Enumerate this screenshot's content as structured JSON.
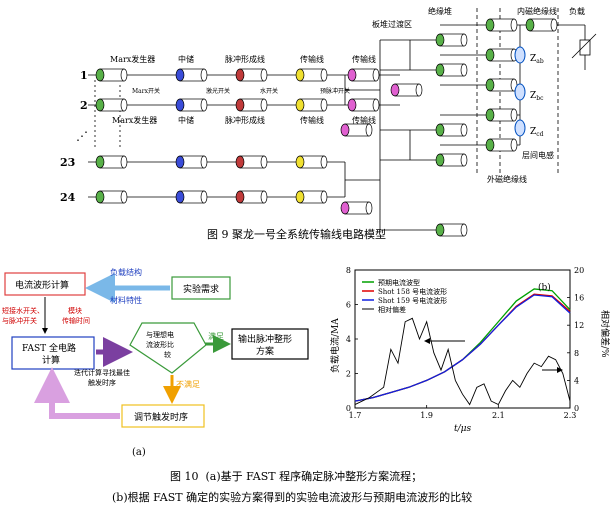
{
  "fig9": {
    "caption": "图 9   聚龙一号全系统传输线电路模型",
    "rows": [
      "1",
      "2",
      "23",
      "24"
    ],
    "top_labels": [
      "Marx发生器",
      "中储",
      "脉冲形成线",
      "传输线",
      "传输线"
    ],
    "sub_labels_row1": [
      "Marx开关",
      "激光开关",
      "水开关",
      "预脉冲开关"
    ],
    "row2_labels": [
      "Marx发生器",
      "中储",
      "脉冲形成线",
      "传输线",
      "传输线"
    ],
    "region_labels": {
      "transition": "板堆过渡区",
      "insulation_stack": "绝缘堆",
      "inner_mitl": "内磁绝缘线",
      "load": "负载",
      "z_ab": "Z",
      "z_ab_sub": "ab",
      "z_bc": "Z",
      "z_bc_sub": "bc",
      "z_cd": "Z",
      "z_cd_sub": "cd",
      "interlayer": "层间电感",
      "outer_mitl": "外磁绝缘线"
    }
  },
  "fig10a": {
    "calc_box": "电流波形计算",
    "exp_box": "实验需求",
    "load_struct": "负载结构",
    "material": "材料特性",
    "left_red": [
      "短接水开关、",
      "与脉冲开关"
    ],
    "mid_red": [
      "模块",
      "传输时间"
    ],
    "fast_box": [
      "FAST 全电路",
      "计算"
    ],
    "compare": [
      "与理想电",
      "流波形比",
      "较"
    ],
    "output_box": [
      "输出脉冲整形",
      "方案"
    ],
    "satisfy": "满足",
    "not_satisfy": "不满足",
    "iterate": [
      "迭代计算寻找最佳",
      "触发时序"
    ],
    "adjust": "调节触发时序",
    "panel": "(a)"
  },
  "fig10b": {
    "panel": "(b)",
    "xlabel": "t/μs",
    "ylabel_left": "负载电流/MA",
    "ylabel_right": "相对偏差/%",
    "legend": [
      "预期电流波型",
      "Shot 158 号电流波形",
      "Shot 159 号电流波形",
      "相对偏差"
    ]
  },
  "chart_data": {
    "type": "line",
    "xlim": [
      1.7,
      2.3
    ],
    "ylim": [
      0,
      8
    ],
    "y2lim": [
      0,
      20
    ],
    "xticks": [
      "1.7",
      "1.9",
      "2.1",
      "2.3"
    ],
    "yticks": [
      "0",
      "2",
      "4",
      "6",
      "8"
    ],
    "y2ticks": [
      "0",
      "4",
      "8",
      "12",
      "16",
      "20"
    ],
    "xlabel": "t/μs",
    "ylabel": "负载电流/MA",
    "y2label": "相对偏差/%",
    "legend_position": "top-left",
    "series": [
      {
        "name": "预期电流波型",
        "color": "#00a000",
        "x": [
          1.7,
          1.75,
          1.8,
          1.85,
          1.9,
          1.95,
          2.0,
          2.05,
          2.1,
          2.15,
          2.2,
          2.25,
          2.3
        ],
        "y": [
          0.4,
          0.6,
          0.9,
          1.2,
          1.6,
          2.1,
          2.8,
          3.8,
          5.0,
          6.2,
          6.9,
          6.8,
          5.7
        ]
      },
      {
        "name": "Shot 158 号电流波形",
        "color": "#e00000",
        "x": [
          1.7,
          1.75,
          1.8,
          1.85,
          1.9,
          1.95,
          2.0,
          2.05,
          2.1,
          2.15,
          2.2,
          2.25,
          2.3
        ],
        "y": [
          0.4,
          0.6,
          0.9,
          1.2,
          1.6,
          2.1,
          2.8,
          3.7,
          4.8,
          5.9,
          6.6,
          6.5,
          5.6
        ]
      },
      {
        "name": "Shot 159 号电流波形",
        "color": "#1020e0",
        "x": [
          1.7,
          1.75,
          1.8,
          1.85,
          1.9,
          1.95,
          2.0,
          2.05,
          2.1,
          2.15,
          2.2,
          2.25,
          2.3
        ],
        "y": [
          0.4,
          0.6,
          0.9,
          1.2,
          1.6,
          2.1,
          2.8,
          3.7,
          4.8,
          5.85,
          6.55,
          6.45,
          5.5
        ]
      },
      {
        "name": "相对偏差",
        "color": "#000000",
        "axis": "right",
        "x": [
          1.7,
          1.74,
          1.78,
          1.8,
          1.82,
          1.84,
          1.86,
          1.88,
          1.9,
          1.92,
          1.94,
          1.96,
          1.98,
          2.0,
          2.02,
          2.04,
          2.06,
          2.08,
          2.1,
          2.12,
          2.14,
          2.16,
          2.18,
          2.2,
          2.22,
          2.24,
          2.26,
          2.28,
          2.3
        ],
        "y": [
          0.5,
          1.5,
          3.0,
          8.5,
          6.5,
          12.5,
          13.0,
          10.0,
          12.5,
          8.0,
          5.5,
          8.5,
          4.0,
          2.0,
          0.5,
          3.0,
          3.5,
          1.0,
          0.5,
          2.5,
          4.0,
          3.0,
          5.0,
          6.5,
          6.0,
          7.5,
          7.0,
          5.0,
          1.0
        ]
      }
    ]
  }
}
